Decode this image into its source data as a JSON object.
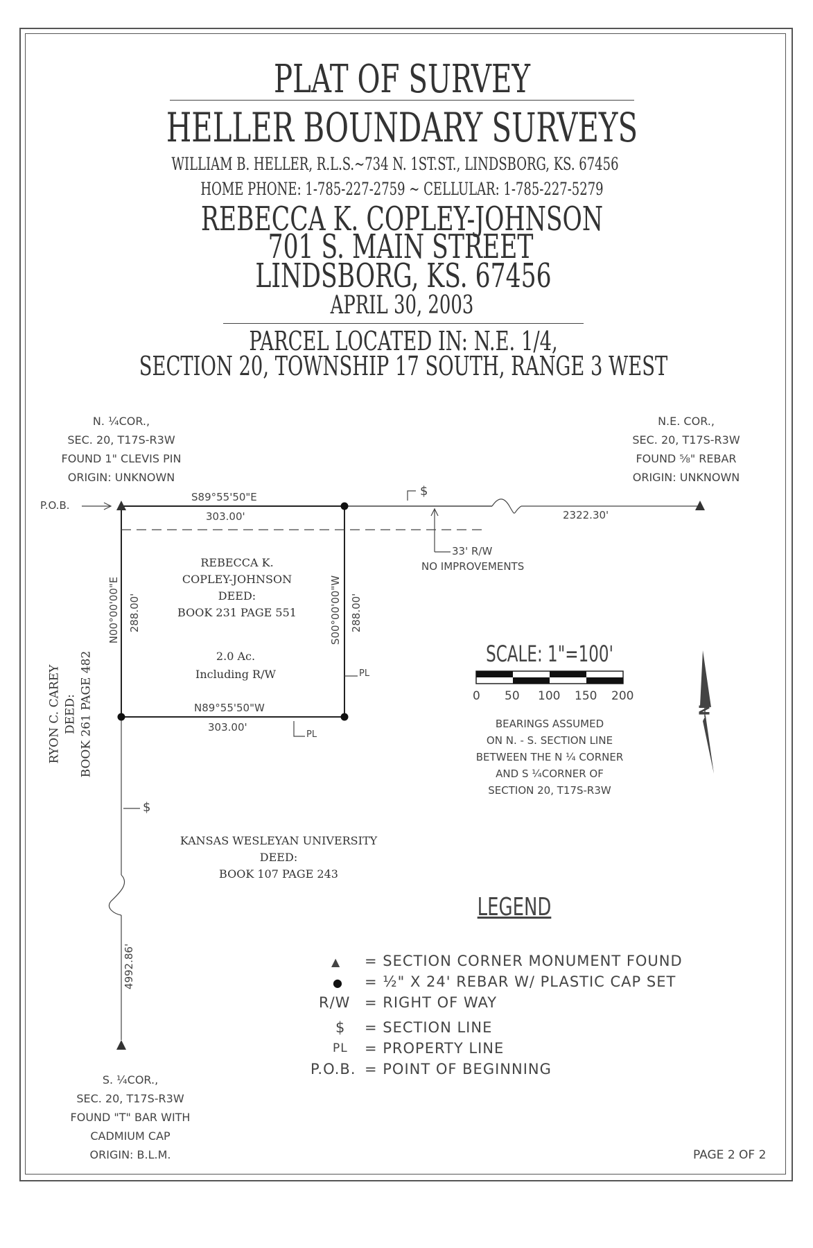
{
  "header": {
    "title": "PLAT OF SURVEY",
    "company": "HELLER BOUNDARY SURVEYS",
    "surveyor_line": "WILLIAM B. HELLER, R.L.S.~734 N. 1ST.ST., LINDSBORG, KS. 67456",
    "phone_line": "HOME PHONE: 1-785-227-2759 ~ CELLULAR: 1-785-227-5279",
    "client_name": "REBECCA K. COPLEY-JOHNSON",
    "client_street": "701 S. MAIN STREET",
    "client_city": "LINDSBORG, KS. 67456",
    "date": "APRIL 30, 2003",
    "parcel_line1": "PARCEL LOCATED IN: N.E. 1/4,",
    "parcel_line2": "SECTION 20, TOWNSHIP 17 SOUTH, RANGE 3 WEST"
  },
  "corners": {
    "north_quarter": [
      "N. ¼COR.,",
      "SEC. 20, T17S-R3W",
      "FOUND 1\" CLEVIS PIN",
      "ORIGIN: UNKNOWN"
    ],
    "northeast": [
      "N.E. COR.,",
      "SEC. 20, T17S-R3W",
      "FOUND ⅝\" REBAR",
      "ORIGIN: UNKNOWN"
    ],
    "south_quarter": [
      "S. ¼COR.,",
      "SEC. 20, T17S-R3W",
      "FOUND \"T\" BAR WITH",
      "CADMIUM CAP",
      "ORIGIN: B.L.M."
    ]
  },
  "plat": {
    "pob": "P.O.B.",
    "north_bearing": "S89°55'50\"E",
    "north_distance": "303.00'",
    "south_bearing": "N89°55'50\"W",
    "south_distance": "303.00'",
    "west_bearing": "N00°00'00\"E",
    "west_distance": "288.00'",
    "east_bearing": "S00°00'00\"W",
    "east_distance": "288.00'",
    "section_distance_east": "2322.30'",
    "section_distance_south": "4992.86'",
    "row_label": "33' R/W",
    "no_improvements": "NO IMPROVEMENTS",
    "section_line_symbol": "$",
    "property_line_symbol": "PL",
    "parcel_owner": [
      "REBECCA K.",
      "COPLEY-JOHNSON",
      "DEED:",
      "BOOK 231 PAGE 551"
    ],
    "parcel_area": [
      "2.0 Ac.",
      "Including R/W"
    ],
    "west_owner": [
      "RYON C. CAREY",
      "DEED:",
      "BOOK 261 PAGE 482"
    ],
    "south_owner": [
      "KANSAS WESLEYAN UNIVERSITY",
      "DEED:",
      "BOOK 107 PAGE 243"
    ]
  },
  "scale": {
    "label": "SCALE: 1\"=100'",
    "ticks": [
      "0",
      "50",
      "100",
      "150",
      "200"
    ]
  },
  "bearings_note": [
    "BEARINGS ASSUMED",
    "ON N. - S. SECTION LINE",
    "BETWEEN THE N ¼ CORNER",
    "AND S ¼CORNER OF",
    "SECTION 20, T17S-R3W"
  ],
  "north_arrow_label": "N",
  "legend": {
    "title": "LEGEND",
    "items": [
      {
        "symbol": "▲",
        "text": "= SECTION CORNER MONUMENT FOUND"
      },
      {
        "symbol": "●",
        "text": "= ½\" X 24' REBAR W/ PLASTIC CAP SET"
      },
      {
        "symbol": "R/W",
        "text": "= RIGHT OF WAY"
      },
      {
        "symbol": "$",
        "text": "= SECTION LINE"
      },
      {
        "symbol": "PL",
        "text": "= PROPERTY LINE"
      },
      {
        "symbol": "P.O.B.",
        "text": "= POINT OF BEGINNING"
      }
    ]
  },
  "footer": {
    "page": "PAGE 2 OF 2"
  }
}
